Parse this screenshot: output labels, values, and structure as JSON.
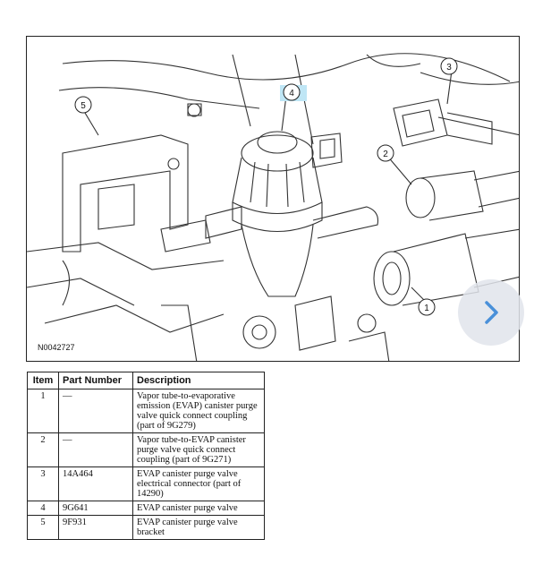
{
  "figure": {
    "id_label": "N0042727",
    "callouts": [
      "1",
      "2",
      "3",
      "4",
      "5"
    ],
    "highlight_color": "#bfe6f5"
  },
  "nav": {
    "next_icon": "chevron-right-icon",
    "accent": "#4a90d9"
  },
  "table": {
    "headers": [
      "Item",
      "Part Number",
      "Description"
    ],
    "rows": [
      {
        "item": "1",
        "part": "—",
        "desc": "Vapor tube-to-evaporative emission (EVAP) canister purge valve quick connect coupling (part of 9G279)"
      },
      {
        "item": "2",
        "part": "—",
        "desc": "Vapor tube-to-EVAP canister purge valve quick connect coupling (part of 9G271)"
      },
      {
        "item": "3",
        "part": "14A464",
        "desc": "EVAP canister purge valve electrical connector (part of 14290)"
      },
      {
        "item": "4",
        "part": "9G641",
        "desc": "EVAP canister purge valve"
      },
      {
        "item": "5",
        "part": "9F931",
        "desc": "EVAP canister purge valve bracket"
      }
    ]
  }
}
